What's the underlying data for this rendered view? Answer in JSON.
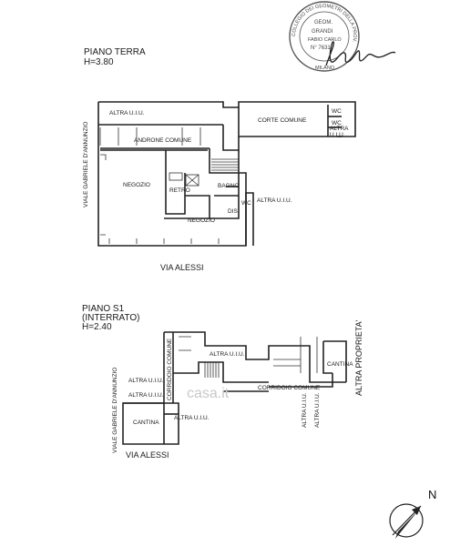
{
  "ground_floor": {
    "title": "PIANO TERRA",
    "height": "H=3.80",
    "street_side": "VIALE GABRIELE D'ANNUNZIO",
    "street_bottom": "VIA ALESSI",
    "rooms": {
      "altra_uiu_top": "ALTRA U.I.U.",
      "corte": "CORTE COMUNE",
      "wc1": "WC",
      "wc2": "WC",
      "altra_uiu_right_a": "ALTRA",
      "altra_uiu_right_b": "U.I.U.",
      "androne": "ANDRONE COMUNE",
      "negozio1": "NEGOZIO",
      "retro": "RETRO",
      "bagno": "BAGNO",
      "wc3": "WC",
      "dis": "DIS.",
      "altra_uiu_mid": "ALTRA U.I.U.",
      "negozio2": "NEGOZIO"
    }
  },
  "basement": {
    "title": "PIANO S1",
    "subtitle": "(INTERRATO)",
    "height": "H=2.40",
    "street_side": "VIALE GABRIELE D'ANNUNZIO",
    "street_bottom": "VIA ALESSI",
    "street_right": "ALTRA PROPRIETA'",
    "rooms": {
      "corridoio_v": "CORRIDOIO COMUNE",
      "altra_uiu_1": "ALTRA U.I.U.",
      "altra_uiu_2": "ALTRA U.I.U.",
      "altra_uiu_3": "ALTRA U.I.U.",
      "altra_uiu_4": "ALTRA U.I.U.",
      "corridoio_h": "CORRIDOIO COMUNE",
      "altra_uiu_v1": "ALTRA U.I.U.",
      "altra_uiu_v2": "ALTRA U.I.U.",
      "cantina1": "CANTINA",
      "cantina2": "CANTINA"
    }
  },
  "stamp": {
    "ring": "COLLEGIO DEI GEOMETRI DELLA PROV.",
    "city": "MILANO",
    "name1": "GEOM.",
    "name2": "GRANDI",
    "name3": "FABIO CARLO",
    "number": "N° 7631"
  },
  "watermark": "casa.it",
  "north": "N"
}
